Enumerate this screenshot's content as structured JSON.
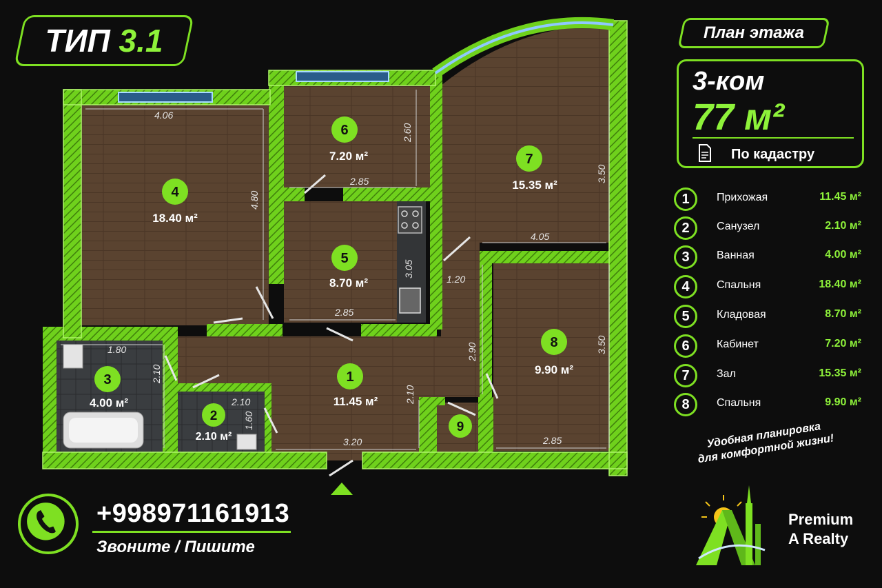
{
  "header": {
    "type_prefix": "ТИП",
    "type_number": "3.1",
    "plan_label": "План этажа",
    "rooms_count": "3-ком",
    "total_area": "77 м²",
    "cadastre_label": "По кадастру"
  },
  "plan_rooms": [
    {
      "num": "1",
      "area": "11.45 м²"
    },
    {
      "num": "2",
      "area": "2.10 м²"
    },
    {
      "num": "3",
      "area": "4.00 м²"
    },
    {
      "num": "4",
      "area": "18.40 м²"
    },
    {
      "num": "5",
      "area": "8.70 м²"
    },
    {
      "num": "6",
      "area": "7.20 м²"
    },
    {
      "num": "7",
      "area": "15.35 м²"
    },
    {
      "num": "8",
      "area": "9.90 м²"
    },
    {
      "num": "9",
      "area": ""
    }
  ],
  "dimensions": [
    "4.06",
    "4.80",
    "2.60",
    "2.85",
    "3.50",
    "4.05",
    "3.05",
    "2.85",
    "1.20",
    "2.90",
    "3.50",
    "1.80",
    "2.10",
    "2.10",
    "1.60",
    "2.10",
    "3.20",
    "2.85"
  ],
  "legend": [
    {
      "num": "1",
      "name": "Прихожая",
      "area": "11.45 м²"
    },
    {
      "num": "2",
      "name": "Санузел",
      "area": "2.10 м²"
    },
    {
      "num": "3",
      "name": "Ванная",
      "area": "4.00 м²"
    },
    {
      "num": "4",
      "name": "Спальня",
      "area": "18.40 м²"
    },
    {
      "num": "5",
      "name": "Кладовая",
      "area": "8.70 м²"
    },
    {
      "num": "6",
      "name": "Кабинет",
      "area": "7.20 м²"
    },
    {
      "num": "7",
      "name": "Зал",
      "area": "15.35 м²"
    },
    {
      "num": "8",
      "name": "Спальня",
      "area": "9.90 м²"
    }
  ],
  "slogan": {
    "line1": "Удобная планировка",
    "line2": "для комфортной жизни!"
  },
  "contact": {
    "phone": "+998971161913",
    "text": "Звоните / Пишите",
    "icon": "phone-icon"
  },
  "brand": {
    "line1": "Premium",
    "line2": "A Realty",
    "icon": "brand-logo-icon"
  },
  "colors": {
    "accent": "#7ee022",
    "floor": "#5a4330",
    "wall": "#7ee022",
    "background": "#0d0d0d"
  }
}
